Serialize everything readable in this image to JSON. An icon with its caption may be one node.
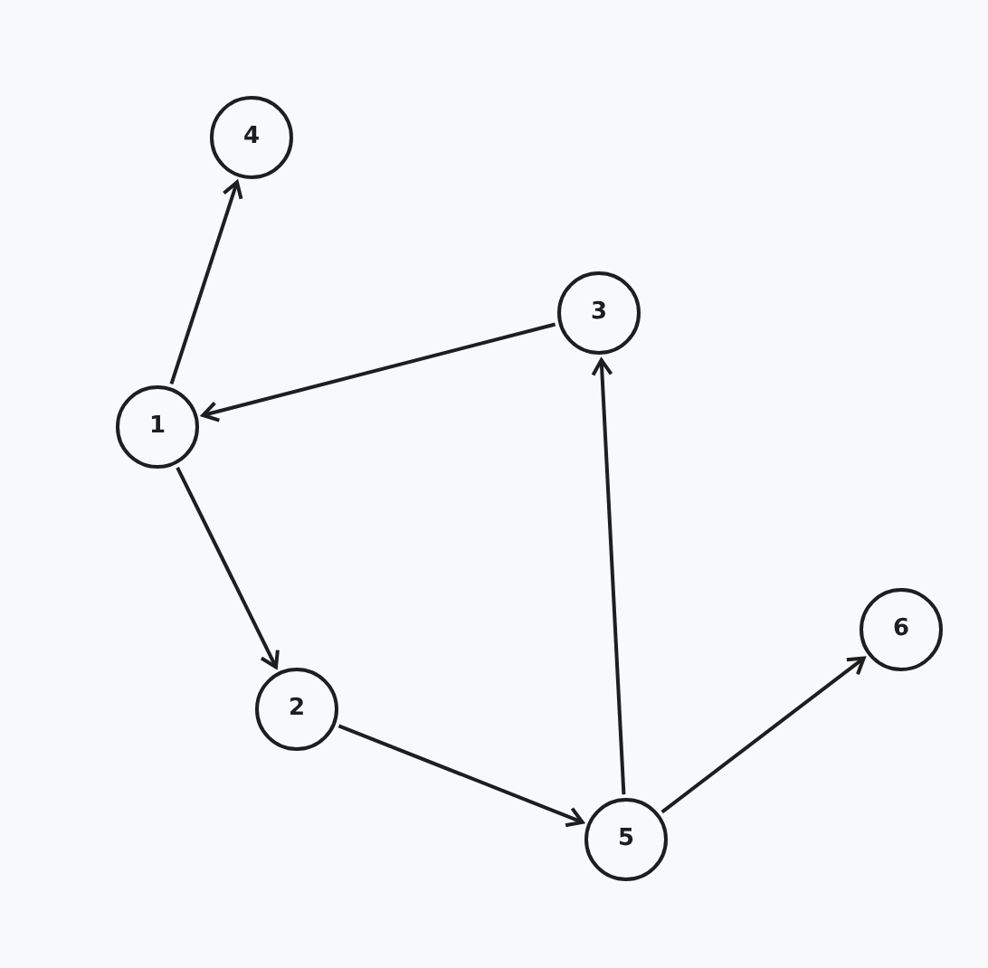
{
  "diagram": {
    "nodes": [
      {
        "text": [
          "1"
        ]
      },
      {
        "text": [
          "2"
        ]
      },
      {
        "text": [
          "3"
        ]
      },
      {
        "text": [
          "4"
        ]
      },
      {
        "text": [
          "5"
        ]
      },
      {
        "text": [
          "6"
        ]
      }
    ],
    "edges": [
      {
        "from": 0,
        "to": 3,
        "arrow": "to"
      },
      {
        "from": 2,
        "to": 0,
        "arrow": "to"
      },
      {
        "from": 0,
        "to": 1,
        "arrow": "to"
      },
      {
        "from": 1,
        "to": 4,
        "arrow": "to"
      },
      {
        "from": 4,
        "to": 2,
        "arrow": "to"
      },
      {
        "from": 4,
        "to": 5,
        "arrow": "to"
      }
    ]
  }
}
